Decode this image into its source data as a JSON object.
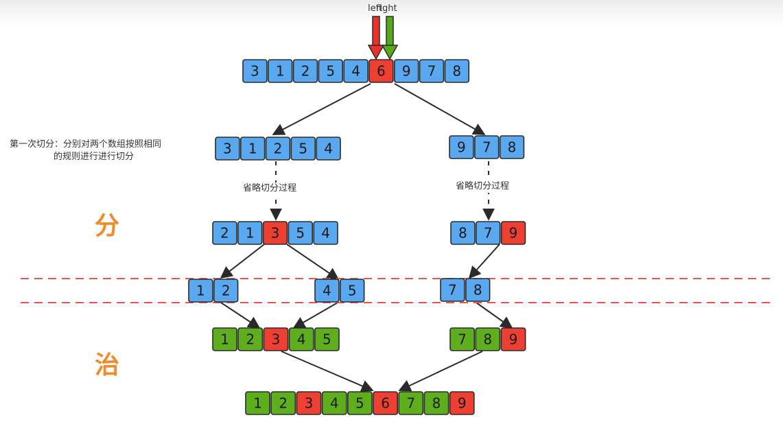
{
  "pointer_labels": {
    "left": "left",
    "right": "right"
  },
  "notes": {
    "first_split_line1": "第一次切分：分别对两个数组按照相同",
    "first_split_line2": "的规则进行进行切分",
    "omit_left": "省略切分过程",
    "omit_right": "省略切分过程"
  },
  "phase_labels": {
    "divide": "分",
    "conquer": "治"
  },
  "colors": {
    "blue": "#5aa8f0",
    "red": "#ee3f33",
    "green": "#5fae1d",
    "arrow_red": "#e8322a",
    "arrow_green": "#58a81c",
    "dashed_line": "#e8534a",
    "stroke": "#2a2a2a",
    "label_orange": "#f08a2a"
  },
  "arrays": [
    {
      "id": "initial",
      "values": [
        3,
        1,
        2,
        5,
        4,
        6,
        9,
        7,
        8
      ],
      "colors": [
        "blue",
        "blue",
        "blue",
        "blue",
        "blue",
        "red",
        "blue",
        "blue",
        "blue"
      ]
    },
    {
      "id": "split1-left",
      "values": [
        3,
        1,
        2,
        5,
        4
      ],
      "colors": [
        "blue",
        "blue",
        "blue",
        "blue",
        "blue"
      ]
    },
    {
      "id": "split1-right",
      "values": [
        9,
        7,
        8
      ],
      "colors": [
        "blue",
        "blue",
        "blue"
      ]
    },
    {
      "id": "split2-left",
      "values": [
        2,
        1,
        3,
        5,
        4
      ],
      "colors": [
        "blue",
        "blue",
        "red",
        "blue",
        "blue"
      ]
    },
    {
      "id": "split2-right",
      "values": [
        8,
        7,
        9
      ],
      "colors": [
        "blue",
        "blue",
        "red"
      ]
    },
    {
      "id": "leaf-a",
      "values": [
        1,
        2
      ],
      "colors": [
        "blue",
        "blue"
      ]
    },
    {
      "id": "leaf-b",
      "values": [
        4,
        5
      ],
      "colors": [
        "blue",
        "blue"
      ]
    },
    {
      "id": "leaf-c",
      "values": [
        7,
        8
      ],
      "colors": [
        "blue",
        "blue"
      ]
    },
    {
      "id": "merge-left",
      "values": [
        1,
        2,
        3,
        4,
        5
      ],
      "colors": [
        "green",
        "green",
        "red",
        "green",
        "green"
      ]
    },
    {
      "id": "merge-right",
      "values": [
        7,
        8,
        9
      ],
      "colors": [
        "green",
        "green",
        "red"
      ]
    },
    {
      "id": "final",
      "values": [
        1,
        2,
        3,
        4,
        5,
        6,
        7,
        8,
        9
      ],
      "colors": [
        "green",
        "green",
        "red",
        "green",
        "green",
        "red",
        "green",
        "green",
        "red"
      ]
    }
  ]
}
